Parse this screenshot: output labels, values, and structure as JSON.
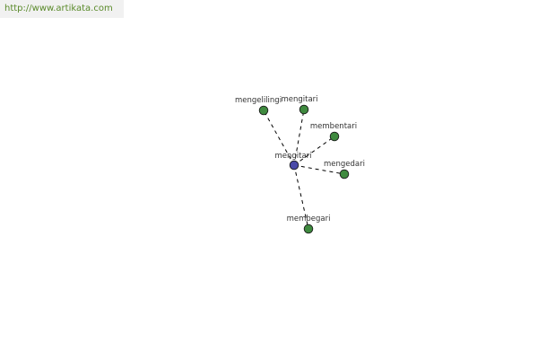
{
  "site": {
    "url_text": "http://www.artikata.com"
  },
  "colors": {
    "center_node": "#4a4aa8",
    "leaf_node": "#3f8a3f",
    "edge": "#000000",
    "label": "#333333",
    "url_text": "#5a8a2a"
  },
  "graph": {
    "center": {
      "id": "mengitari",
      "label": "mengitari"
    },
    "leaves": [
      {
        "id": "mengelilingi",
        "label": "mengelilingi"
      },
      {
        "id": "mengitari-2",
        "label": "mengitari"
      },
      {
        "id": "membentari",
        "label": "membentari"
      },
      {
        "id": "mengedari",
        "label": "mengedari"
      },
      {
        "id": "membegari",
        "label": "membegari"
      }
    ]
  }
}
